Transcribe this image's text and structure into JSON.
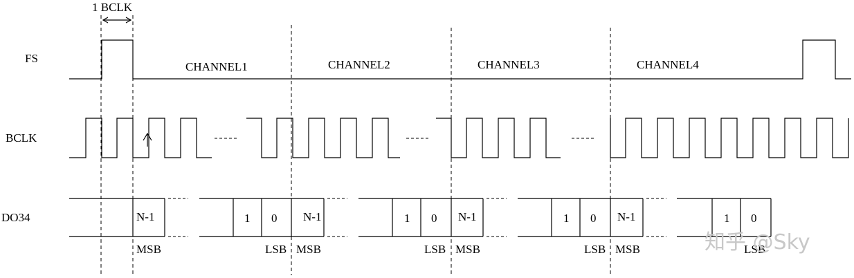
{
  "signals": {
    "fs": "FS",
    "bclk": "BCLK",
    "do": "DO34"
  },
  "bclk_measure": "1 BCLK",
  "channels": [
    "CHANNEL1",
    "CHANNEL2",
    "CHANNEL3",
    "CHANNEL4"
  ],
  "bits": {
    "first": "N-1",
    "bit1": "1",
    "bit0": "0"
  },
  "markers": {
    "msb": "MSB",
    "lsb": "LSB"
  },
  "watermark": "知乎 @Sky"
}
